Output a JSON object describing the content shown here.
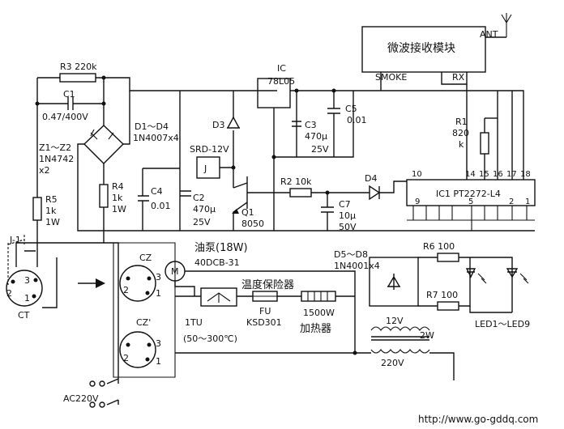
{
  "module": {
    "title": "微波接收模块",
    "ant": "ANT",
    "smoke": "SMOKE",
    "rx": "RX"
  },
  "resistors": {
    "r3": "R3  220k",
    "r1_name": "R1",
    "r1_val": "820",
    "r1_unit": "k",
    "r2": "R2  10k",
    "r4_name": "R4",
    "r4_v1": "1k",
    "r4_v2": "1W",
    "r5_name": "R5",
    "r5_v1": "1k",
    "r5_v2": "1W",
    "r6": "R6  100",
    "r7": "R7  100"
  },
  "capacitors": {
    "c1_name": "C1",
    "c1_val": "0.47/400V",
    "c2_name": "C2",
    "c2_v1": "470μ",
    "c2_v2": "25V",
    "c3_name": "C3",
    "c3_v1": "470μ",
    "c3_v2": "25V",
    "c4_name": "C4",
    "c4_val": "0.01",
    "c5_name": "C5",
    "c5_val": "0.01",
    "c7_name": "C7",
    "c7_v1": "10μ",
    "c7_v2": "50V"
  },
  "diodes": {
    "d1_d4": "D1～D4",
    "d1_d4_part": "1N4007x4",
    "z1_z2": "Z1～Z2",
    "z_part": "1N4742",
    "z_qty": "x2",
    "d3": "D3",
    "d4": "D4",
    "d5_d8": "D5～D8",
    "d5_d8_part": "1N4001x4"
  },
  "relay": {
    "name": "SRD-12V",
    "coil": "J",
    "contact": "J-1"
  },
  "regulator": {
    "name": "IC",
    "part": "78L05"
  },
  "transistor": {
    "name": "Q1",
    "part": "8050"
  },
  "ic1": {
    "label": "IC1  PT2272-L4",
    "pins_top": [
      "10",
      "14",
      "15",
      "16",
      "17",
      "18"
    ],
    "pins_bottom": [
      "9",
      "5",
      "2",
      "1"
    ]
  },
  "leds": {
    "label": "LED1～LED9"
  },
  "transformer": {
    "sec": "12V",
    "power": "2W",
    "pri": "220V"
  },
  "sockets": {
    "ct": "CT",
    "cz": "CZ",
    "cz2": "CZ'",
    "p1": "1",
    "p2": "2",
    "p3": "3"
  },
  "pump": {
    "title": "油泵(18W)",
    "model": "40DCB-31",
    "symbol": "M"
  },
  "thermostat": {
    "name": "1TU",
    "range": "(50～300℃)"
  },
  "fuse": {
    "title": "温度保险器",
    "name": "FU",
    "part": "KSD301"
  },
  "heater": {
    "power": "1500W",
    "name": "加热器"
  },
  "ac": {
    "label": "AC220V"
  },
  "watermark": "http://www.go-gddq.com"
}
